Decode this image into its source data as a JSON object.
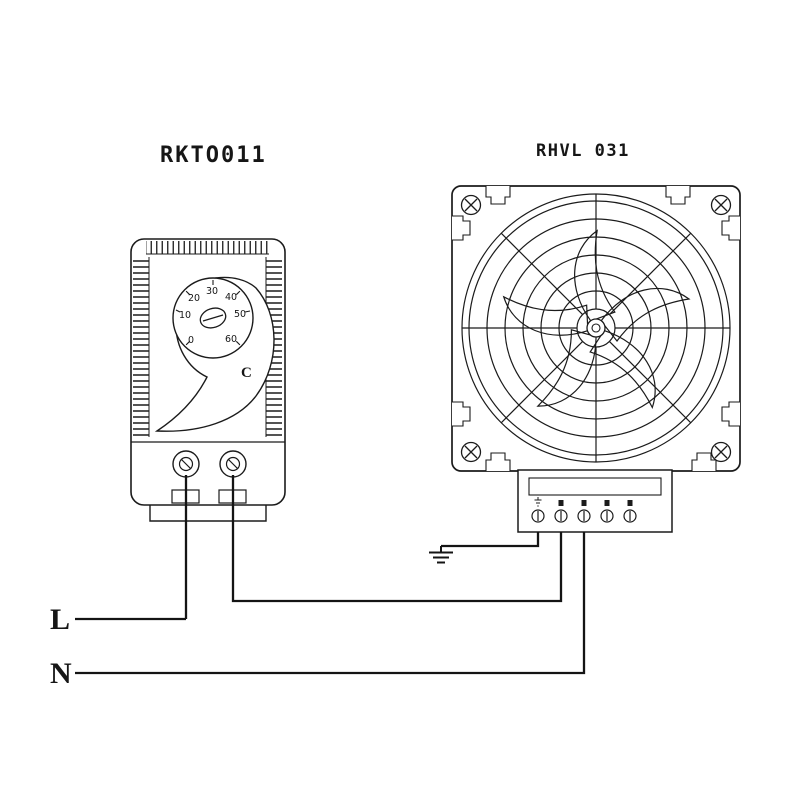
{
  "page": {
    "background": "#ffffff",
    "ink": "#1b1b1b"
  },
  "thermostat": {
    "title": "RKTO011",
    "dial": {
      "marks": [
        "0",
        "10",
        "20",
        "30",
        "40",
        "50",
        "60"
      ],
      "unit": "C"
    }
  },
  "heater": {
    "title": "RHVL 031"
  },
  "wiring": {
    "live_label": "L",
    "neutral_label": "N"
  }
}
